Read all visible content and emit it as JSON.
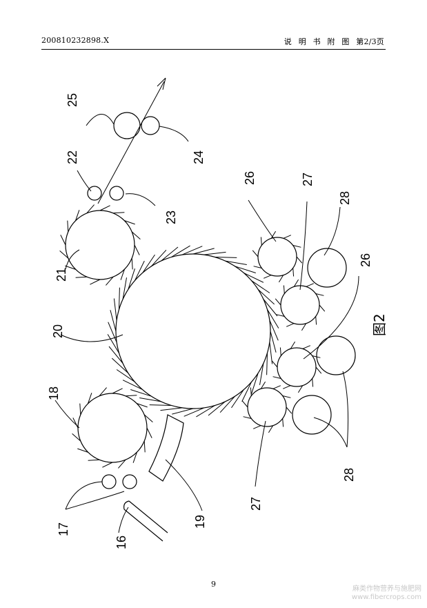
{
  "header": {
    "doc_number": "200810232898.X",
    "section": "说 明 书 附 图",
    "page_of": "第2/3页"
  },
  "figure": {
    "caption": "图2",
    "labels": {
      "l25": "25",
      "l24": "24",
      "l22": "22",
      "l23": "23",
      "l21": "21",
      "l20": "20",
      "l18": "18",
      "l17": "17",
      "l16": "16",
      "l19": "19",
      "l26a": "26",
      "l26b": "26",
      "l27a": "27",
      "l27b": "27",
      "l28a": "28",
      "l28b": "28"
    }
  },
  "footer": {
    "page_number": "9"
  },
  "watermark": {
    "line1": "麻类作物营养与施肥网",
    "line2": "www.fibercrops.com"
  }
}
